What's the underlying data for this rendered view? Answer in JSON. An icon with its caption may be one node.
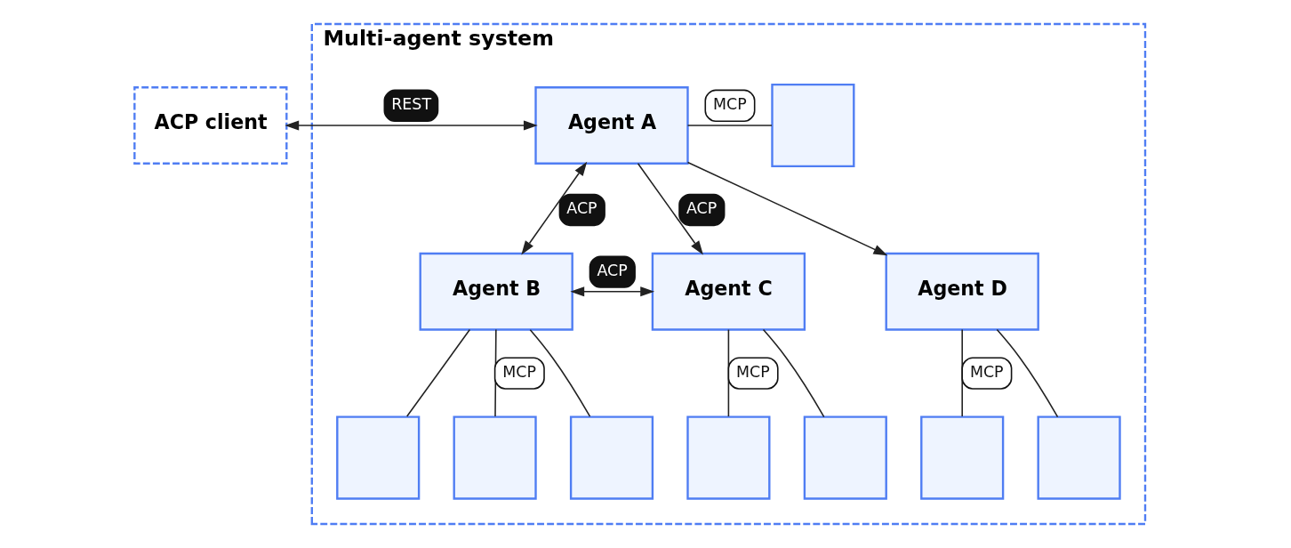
{
  "diagram": {
    "nodes": [
      {
        "text": [
          "ACP client"
        ]
      },
      {
        "text": [
          "Multi-agent system"
        ]
      },
      {
        "text": [
          "Agent A"
        ],
        "in": 1
      },
      {
        "text": [],
        "shape": "box",
        "in": 1
      },
      {
        "text": [
          "Agent B"
        ],
        "in": 1
      },
      {
        "text": [
          "Agent C"
        ],
        "in": 1
      },
      {
        "text": [
          "Agent D"
        ],
        "in": 1
      },
      {
        "text": [],
        "shape": "box",
        "in": 1
      },
      {
        "text": [],
        "shape": "box",
        "in": 1
      },
      {
        "text": [],
        "shape": "box",
        "in": 1
      },
      {
        "text": [],
        "shape": "box",
        "in": 1
      },
      {
        "text": [],
        "shape": "box",
        "in": 1
      },
      {
        "text": [],
        "shape": "box",
        "in": 1
      },
      {
        "text": [],
        "shape": "box",
        "in": 1
      }
    ],
    "edges": [
      {
        "from": 0,
        "to": 2,
        "arrow": "both",
        "label": "REST"
      },
      {
        "from": 2,
        "to": 3,
        "arrow": "none",
        "label": "MCP"
      },
      {
        "from": 2,
        "to": 4,
        "arrow": "both",
        "label": "ACP"
      },
      {
        "from": 2,
        "to": 5,
        "arrow": "to",
        "label": "ACP"
      },
      {
        "from": 2,
        "to": 6,
        "arrow": "to"
      },
      {
        "from": 4,
        "to": 5,
        "arrow": "both",
        "label": "ACP"
      },
      {
        "from": 4,
        "to": 7,
        "arrow": "none"
      },
      {
        "from": 4,
        "to": 8,
        "arrow": "none",
        "label": "MCP"
      },
      {
        "from": 4,
        "to": 9,
        "arrow": "none"
      },
      {
        "from": 5,
        "to": 10,
        "arrow": "none",
        "label": "MCP"
      },
      {
        "from": 5,
        "to": 11,
        "arrow": "none"
      },
      {
        "from": 6,
        "to": 12,
        "arrow": "none",
        "label": "MCP"
      },
      {
        "from": 6,
        "to": 13,
        "arrow": "none"
      }
    ]
  }
}
